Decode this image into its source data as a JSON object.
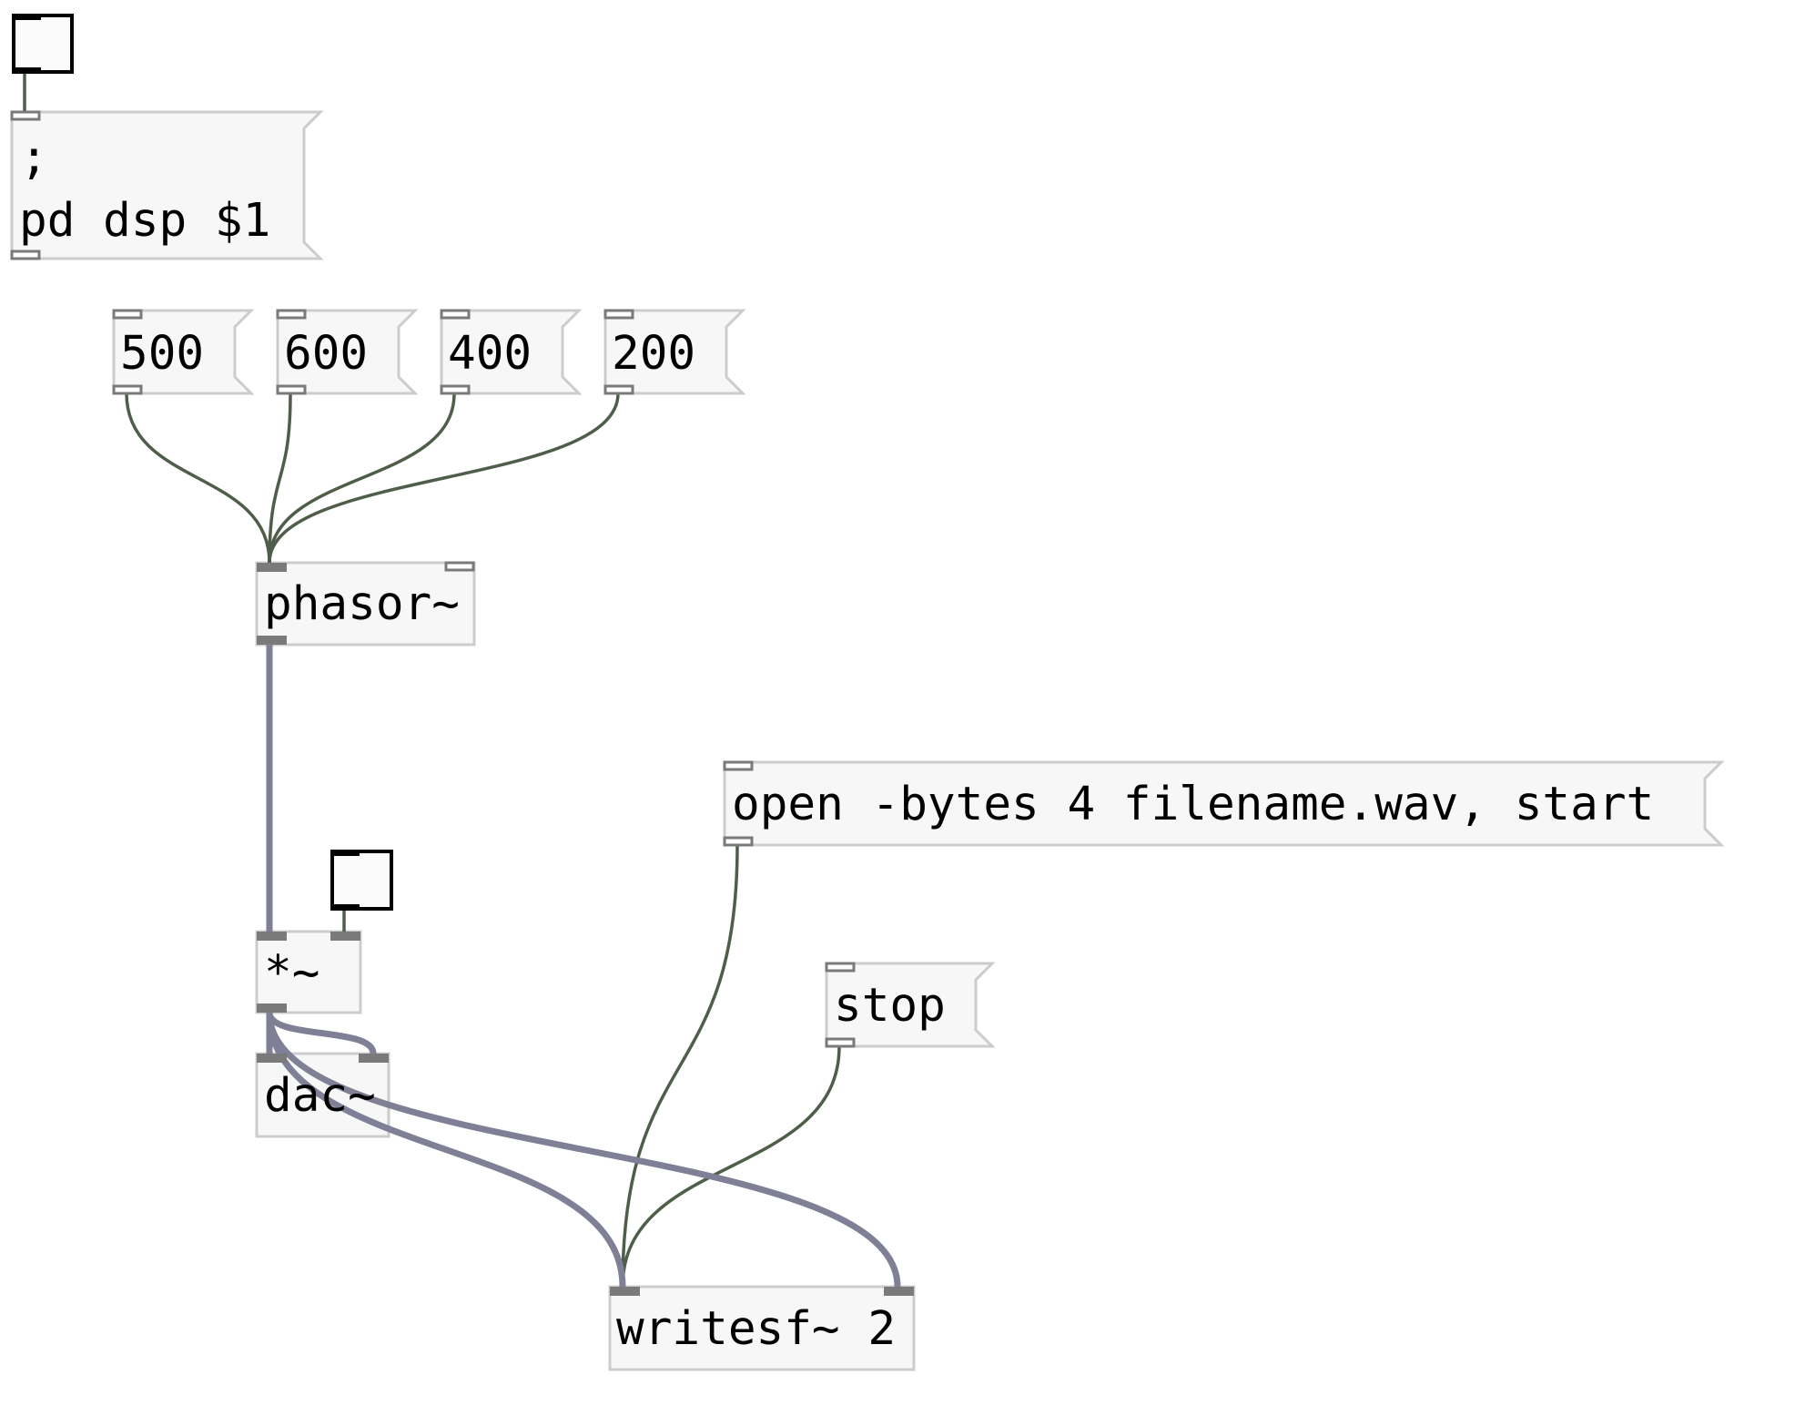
{
  "patch": {
    "objects": {
      "dsp_message": {
        "line1": ";",
        "line2": "pd dsp $1"
      },
      "msg_500": "500",
      "msg_600": "600",
      "msg_400": "400",
      "msg_200": "200",
      "phasor": "phasor~",
      "open_message": "open -bytes 4 filename.wav, start",
      "multiply": "*~",
      "stop_message": "stop",
      "dac": "dac~",
      "writesf": "writesf~ 2"
    },
    "toggles": {
      "dsp_toggle_on": false,
      "gain_toggle_on": false
    }
  },
  "colors": {
    "box_fill": "#f6f7f6",
    "box_border": "#cccccc",
    "inlet": "#7a7a7a",
    "message_cord": "#4f5e4a",
    "signal_cord": "#7f7f95",
    "toggle_border": "#000000"
  }
}
